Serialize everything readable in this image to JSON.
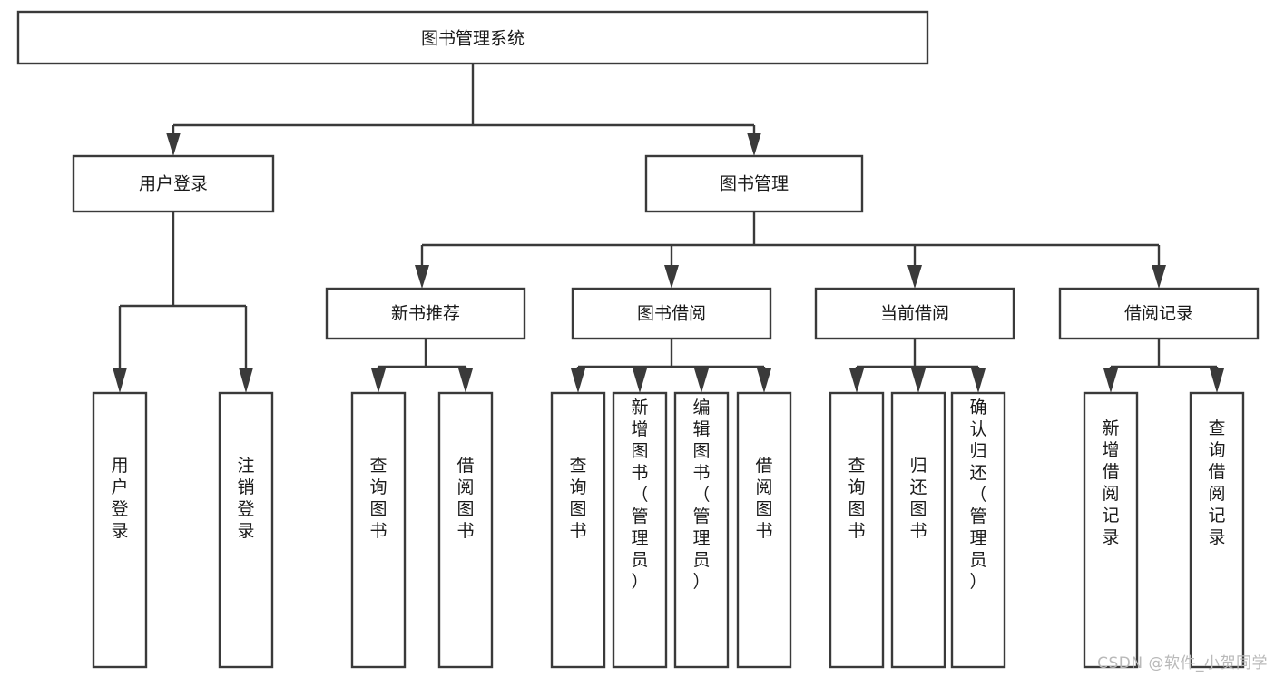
{
  "diagram": {
    "type": "hierarchy-tree",
    "title": "图书管理系统",
    "background_color": "#ffffff",
    "box_stroke_color": "#3a3a3a",
    "box_fill_color": "#ffffff",
    "text_color": "#1a1a1a",
    "levels": 4,
    "root": {
      "id": "root",
      "label": "图书管理系统",
      "orientation": "horizontal"
    },
    "level2": [
      {
        "id": "user-login",
        "label": "用户登录",
        "orientation": "horizontal"
      },
      {
        "id": "book-manage",
        "label": "图书管理",
        "orientation": "horizontal"
      }
    ],
    "level3": [
      {
        "id": "new-book-recommend",
        "label": "新书推荐",
        "orientation": "horizontal",
        "parent": "book-manage"
      },
      {
        "id": "book-borrow",
        "label": "图书借阅",
        "orientation": "horizontal",
        "parent": "book-manage"
      },
      {
        "id": "current-borrow",
        "label": "当前借阅",
        "orientation": "horizontal",
        "parent": "book-manage"
      },
      {
        "id": "borrow-record",
        "label": "借阅记录",
        "orientation": "horizontal",
        "parent": "book-manage"
      }
    ],
    "leaves": [
      {
        "id": "leaf-user-login",
        "label": "用户登录",
        "orientation": "vertical",
        "parent": "user-login"
      },
      {
        "id": "leaf-logout",
        "label": "注销登录",
        "orientation": "vertical",
        "parent": "user-login"
      },
      {
        "id": "leaf-query-book-1",
        "label": "查询图书",
        "orientation": "vertical",
        "parent": "new-book-recommend"
      },
      {
        "id": "leaf-borrow-book-1",
        "label": "借阅图书",
        "orientation": "vertical",
        "parent": "new-book-recommend"
      },
      {
        "id": "leaf-query-book-2",
        "label": "查询图书",
        "orientation": "vertical",
        "parent": "book-borrow"
      },
      {
        "id": "leaf-add-book",
        "label": "新增图书（管理员）",
        "orientation": "vertical",
        "parent": "book-borrow"
      },
      {
        "id": "leaf-edit-book",
        "label": "编辑图书（管理员）",
        "orientation": "vertical",
        "parent": "book-borrow"
      },
      {
        "id": "leaf-borrow-book-2",
        "label": "借阅图书",
        "orientation": "vertical",
        "parent": "book-borrow"
      },
      {
        "id": "leaf-query-book-3",
        "label": "查询图书",
        "orientation": "vertical",
        "parent": "current-borrow"
      },
      {
        "id": "leaf-return-book",
        "label": "归还图书",
        "orientation": "vertical",
        "parent": "current-borrow"
      },
      {
        "id": "leaf-confirm-return",
        "label": "确认归还（管理员）",
        "orientation": "vertical",
        "parent": "current-borrow"
      },
      {
        "id": "leaf-add-record",
        "label": "新增借阅记录",
        "orientation": "vertical",
        "parent": "borrow-record"
      },
      {
        "id": "leaf-query-record",
        "label": "查询借阅记录",
        "orientation": "vertical",
        "parent": "borrow-record"
      }
    ]
  },
  "watermark": {
    "text": "CSDN @软件_小贺同学",
    "color": "#b9b9b9"
  }
}
